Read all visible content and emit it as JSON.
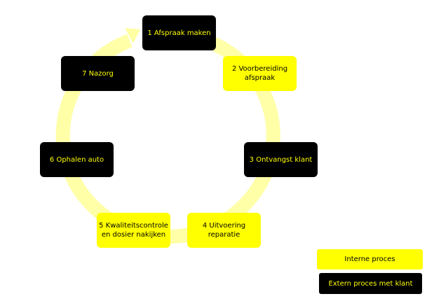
{
  "steps": [
    {
      "label": "1 Afspraak maken",
      "type": "extern"
    },
    {
      "label": "2 Voorbereiding afspraak",
      "type": "intern"
    },
    {
      "label": "3 Ontvangst klant",
      "type": "extern"
    },
    {
      "label": "4 Uitvoering reparatie",
      "type": "intern"
    },
    {
      "label": "5 Kwaliteitscontrole en dosier nakijken",
      "type": "intern"
    },
    {
      "label": "6 Ophalen auto",
      "type": "extern"
    },
    {
      "label": "7 Nazorg",
      "type": "extern"
    }
  ],
  "legend": {
    "intern": "Interne proces",
    "extern": "Extern proces met klant"
  },
  "colors": {
    "intern": "#ffff00",
    "extern": "#000000",
    "ring": "#ffff99"
  }
}
